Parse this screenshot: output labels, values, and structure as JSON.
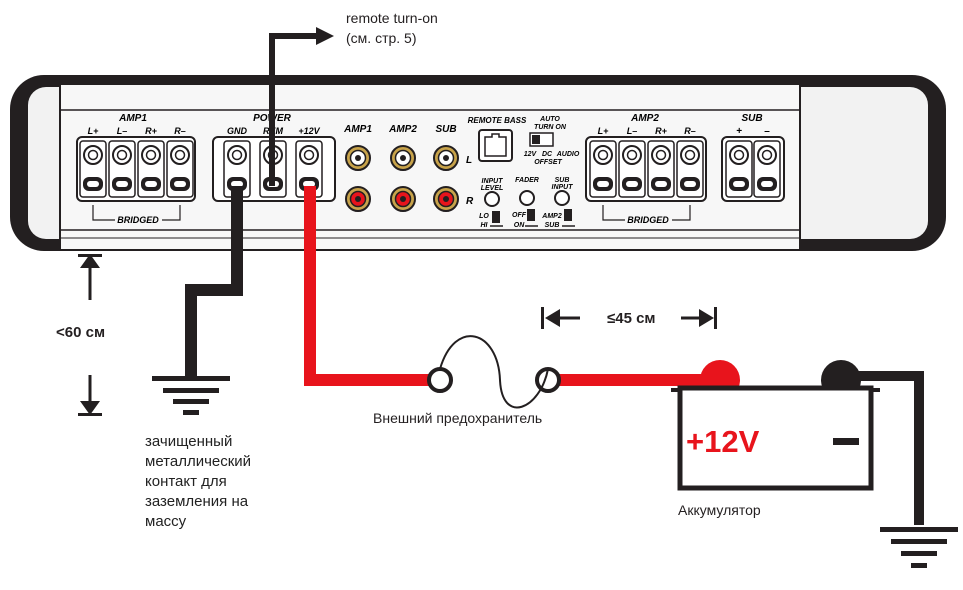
{
  "remote": {
    "line1": "remote turn-on",
    "line2": "(см. стр. 5)"
  },
  "panel": {
    "amp1_title": "AMP1",
    "amp1_terms": [
      "L+",
      "L–",
      "R+",
      "R–"
    ],
    "bridged": "BRIDGED",
    "power_title": "POWER",
    "power_terms": [
      "GND",
      "REM",
      "+12V"
    ],
    "rca_heads": [
      "AMP1",
      "AMP2",
      "SUB"
    ],
    "rca_l": "L",
    "rca_r": "R",
    "remote_bass": "REMOTE BASS",
    "auto_turn_on": [
      "AUTO",
      "TURN ON"
    ],
    "turn_on_modes": [
      "12V",
      "DC",
      "AUDIO"
    ],
    "offset": "OFFSET",
    "knob_labels": [
      [
        "INPUT",
        "LEVEL"
      ],
      [
        "FADER"
      ],
      [
        "SUB",
        "INPUT"
      ]
    ],
    "lo": "LO",
    "hi": "HI",
    "off": "OFF",
    "on": "ON",
    "amp2_sw": "AMP2",
    "sub_sw": "SUB",
    "amp2_title": "AMP2",
    "amp2_terms": [
      "L+",
      "L–",
      "R+",
      "R–"
    ],
    "sub_title": "SUB",
    "sub_terms": [
      "+",
      "–"
    ]
  },
  "dimensions": {
    "ground_max": "<60 см",
    "fuse_max": "≤45 см"
  },
  "fuse_label": "Внешний предохранитель",
  "battery": {
    "plus": "+12V",
    "minus": "–",
    "label": "Аккумулятор"
  },
  "ground_note": [
    "зачищенный",
    "металлический",
    "контакт для",
    "заземления на",
    "массу"
  ],
  "colors": {
    "power_wire": "#e8141c",
    "ground_wire": "#231f20",
    "amp_body": "#f5f5f5",
    "outline": "#231f20"
  }
}
